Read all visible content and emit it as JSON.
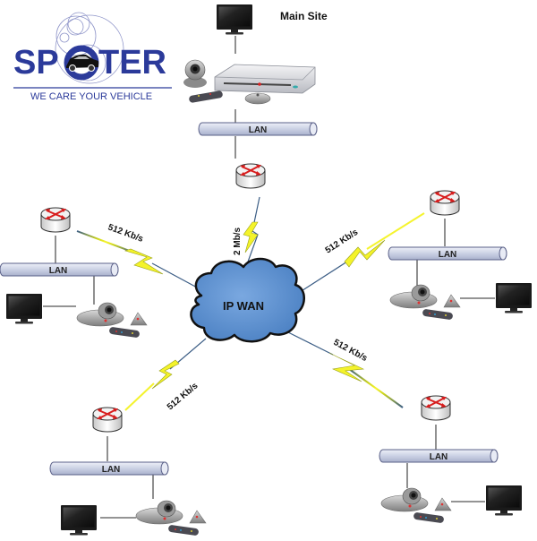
{
  "logo": {
    "name_left": "SP",
    "name_right": "TER",
    "full_name": "SPOTER",
    "tagline": "WE CARE YOUR VEHICLE",
    "color": "#2b3a9a"
  },
  "diagram": {
    "main_site_label": "Main Site",
    "wan_label": "IP WAN",
    "lan_label": "LAN",
    "links": {
      "main": "2 Mb/s",
      "left": "512 Kb/s",
      "right": "512 Kb/s",
      "bottom_left": "512 Kb/s",
      "bottom_right": "512 Kb/s"
    },
    "colors": {
      "cloud": "#5b8fd0",
      "link_bolt": "#f4f32a",
      "link_line": "#3a5f86",
      "lan_pipe": "#cdd3e6",
      "router_arrows": "#e02020"
    }
  }
}
